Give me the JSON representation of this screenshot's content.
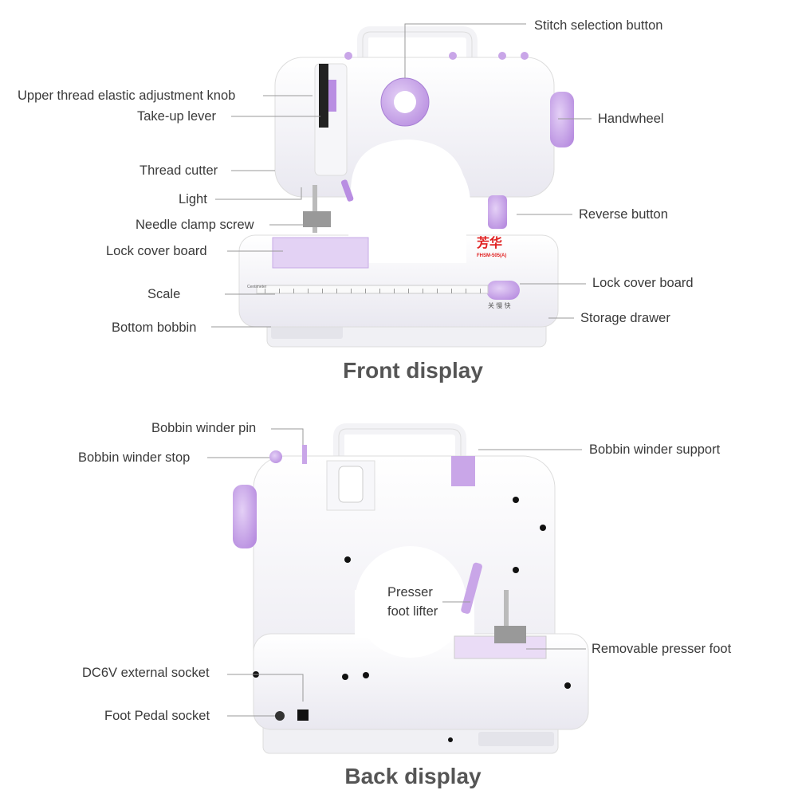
{
  "front": {
    "title": "Front display",
    "brand_logo": "芳华",
    "model": "FHSM-505(A)",
    "scale_label": "Centimeter",
    "speed_labels": "关 慢 快",
    "labels": {
      "stitch_selection": "Stitch selection button",
      "upper_thread": "Upper thread elastic adjustment knob",
      "take_up": "Take-up lever",
      "thread_cutter": "Thread cutter",
      "light": "Light",
      "needle_clamp": "Needle clamp screw",
      "lock_cover_left": "Lock cover board",
      "scale": "Scale",
      "bottom_bobbin": "Bottom bobbin",
      "handwheel": "Handwheel",
      "reverse": "Reverse button",
      "lock_cover_right": "Lock cover board",
      "storage": "Storage drawer"
    }
  },
  "back": {
    "title": "Back display",
    "labels": {
      "winder_pin": "Bobbin winder pin",
      "winder_stop": "Bobbin winder stop",
      "winder_support": "Bobbin winder support",
      "presser_lifter_1": "Presser",
      "presser_lifter_2": "foot lifter",
      "presser_foot": "Removable presser foot",
      "dc_socket": "DC6V external socket",
      "pedal_socket": "Foot Pedal socket"
    }
  },
  "colors": {
    "accent": "#c9a6e8",
    "body": "#f4f3f8",
    "text": "#3a3a3a"
  }
}
